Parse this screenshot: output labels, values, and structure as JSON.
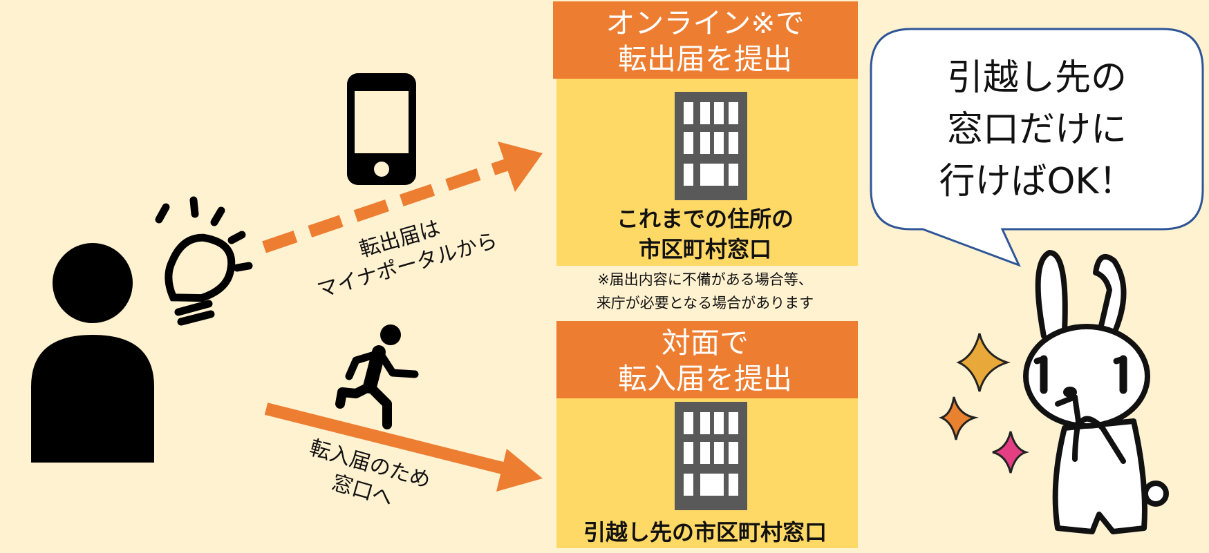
{
  "online_box": {
    "header_line1": "オンライン※で",
    "header_line2": "転出届を提出",
    "location_line1": "これまでの住所の",
    "location_line2": "市区町村窓口",
    "note_line1": "※届出内容に不備がある場合等、",
    "note_line2": "来庁が必要となる場合があります"
  },
  "inperson_box": {
    "header_line1": "対面で",
    "header_line2": "転入届を提出",
    "location": "引越し先の市区町村窓口"
  },
  "arrows": {
    "online_label_line1": "転出届は",
    "online_label_line2": "マイナポータルから",
    "inperson_label_line1": "転入届のため",
    "inperson_label_line2": "窓口へ"
  },
  "speech_bubble": {
    "line1": "引越し先の",
    "line2": "窓口だけに",
    "line3": "行けばOK！"
  },
  "colors": {
    "background": "#fff2d1",
    "header_orange": "#ed7d31",
    "box_yellow": "#ffd966",
    "building_gray": "#595959",
    "bubble_border": "#2f5597"
  }
}
